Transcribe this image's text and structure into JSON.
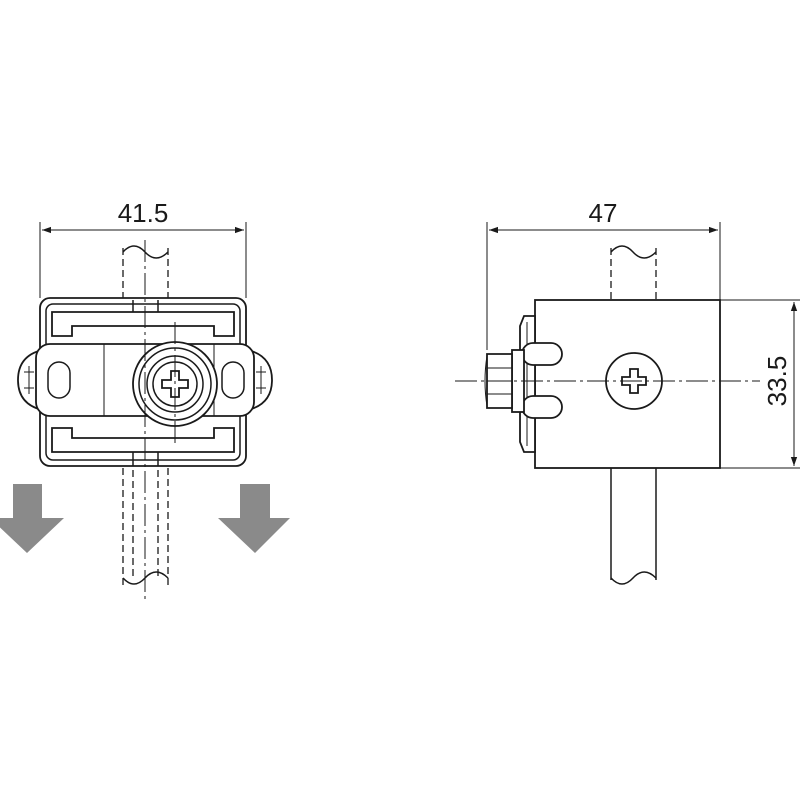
{
  "left_view": {
    "width_dimension": "41.5"
  },
  "right_view": {
    "width_dimension": "47",
    "height_dimension": "33.5"
  },
  "colors": {
    "line": "#1a1a1a",
    "arrow": "#8a8a8a",
    "background": "#ffffff"
  },
  "icons": [
    "down-arrow-icon",
    "phillips-screw-icon",
    "hex-bolt-icon"
  ]
}
